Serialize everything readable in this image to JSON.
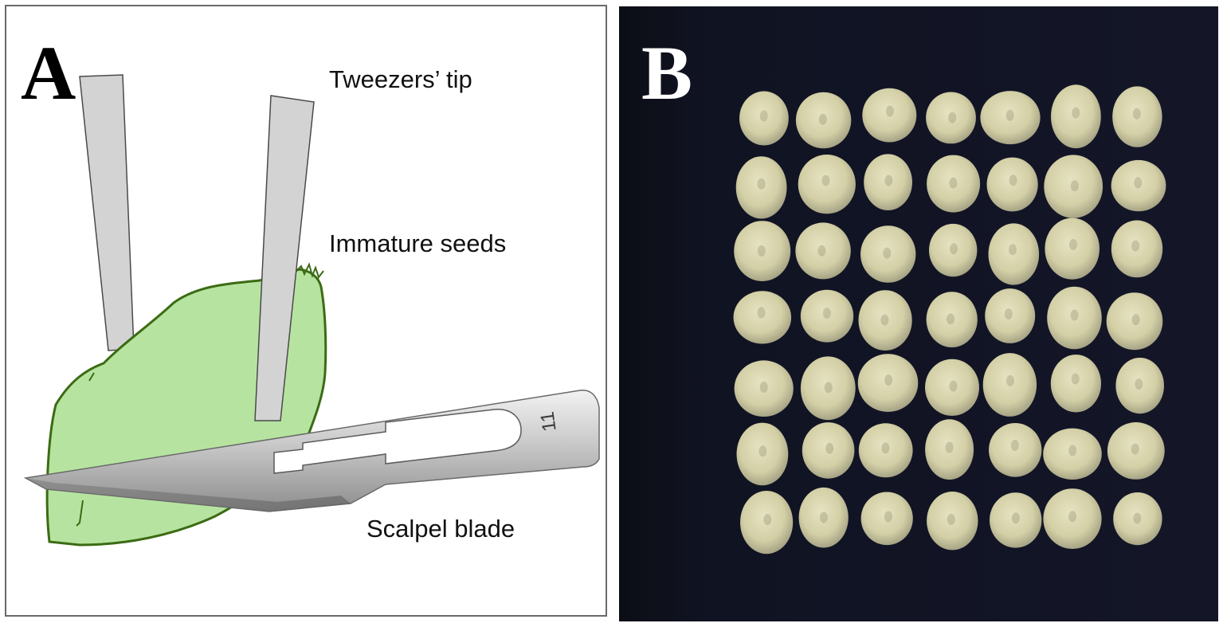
{
  "panel_a": {
    "letter": "A",
    "labels": {
      "tweezers": "Tweezers’ tip",
      "seeds": "Immature seeds",
      "scalpel": "Scalpel blade"
    },
    "blade_number": "11",
    "colors": {
      "leaf_fill": "#b6e4a0",
      "leaf_outline": "#3c6b14",
      "tweezer_fill": "#d3d3d3",
      "blade_fill": "#cfcfcf"
    }
  },
  "panel_b": {
    "letter": "B",
    "seed_grid": {
      "rows": 7,
      "columns": 7
    },
    "colors": {
      "background": "#121424",
      "seed": "#d6d3ae"
    }
  }
}
